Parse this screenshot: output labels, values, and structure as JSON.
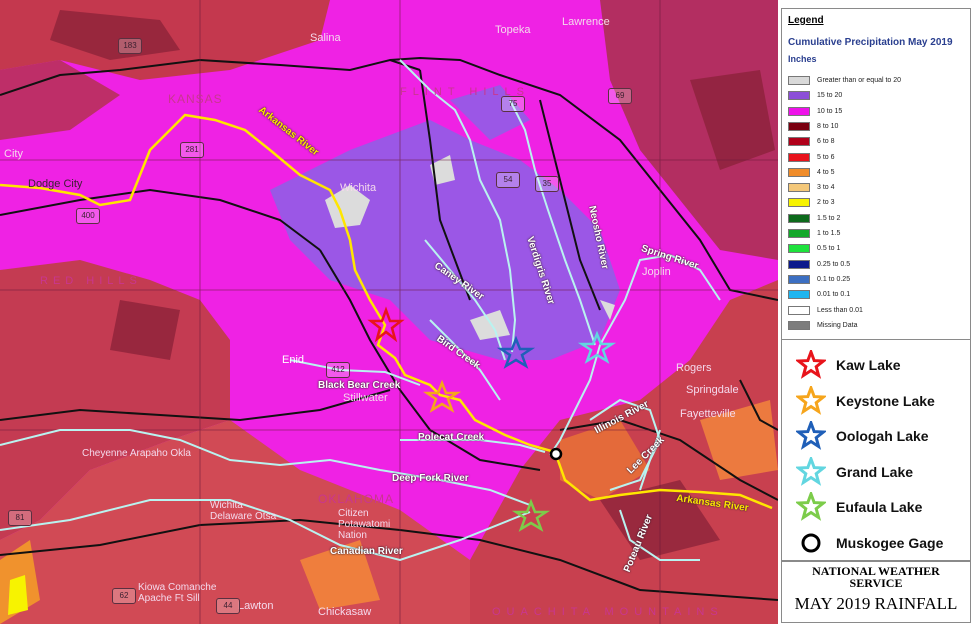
{
  "legend": {
    "title": "Legend",
    "subtitle": "Cumulative Precipitation May 2019",
    "units": "Inches",
    "items": [
      {
        "label": "Greater than or equal to 20",
        "color": "#d9d9d9"
      },
      {
        "label": "15 to 20",
        "color": "#8c4fd8"
      },
      {
        "label": "10 to 15",
        "color": "#ee12e9"
      },
      {
        "label": "8 to 10",
        "color": "#7a0010"
      },
      {
        "label": "6 to 8",
        "color": "#b0001a"
      },
      {
        "label": "5 to 6",
        "color": "#e8121b"
      },
      {
        "label": "4 to 5",
        "color": "#f08c2a"
      },
      {
        "label": "3 to 4",
        "color": "#f4c87a"
      },
      {
        "label": "2 to 3",
        "color": "#f7f300"
      },
      {
        "label": "1.5 to 2",
        "color": "#0d6a1c"
      },
      {
        "label": "1 to 1.5",
        "color": "#13a82a"
      },
      {
        "label": "0.5 to 1",
        "color": "#1ee23d"
      },
      {
        "label": "0.25 to 0.5",
        "color": "#0c1a8c"
      },
      {
        "label": "0.1 to 0.25",
        "color": "#3c6fc2"
      },
      {
        "label": "0.01 to 0.1",
        "color": "#1fb5f0"
      },
      {
        "label": "Less than 0.01",
        "color": "#ffffff"
      },
      {
        "label": "Missing Data",
        "color": "#7d7d7d"
      }
    ]
  },
  "key": [
    {
      "label": "Kaw Lake",
      "color": "#e8141b",
      "icon": "star-icon"
    },
    {
      "label": "Keystone Lake",
      "color": "#f6a51c",
      "icon": "star-icon"
    },
    {
      "label": "Oologah Lake",
      "color": "#1f5fb8",
      "icon": "star-icon"
    },
    {
      "label": "Grand Lake",
      "color": "#62d6e0",
      "icon": "star-icon"
    },
    {
      "label": "Eufaula Lake",
      "color": "#7ccc4a",
      "icon": "star-icon"
    },
    {
      "label": "Muskogee Gage",
      "color": "#000000",
      "icon": "circle-icon"
    }
  ],
  "nws": {
    "line1": "NATIONAL WEATHER",
    "line2": "SERVICE",
    "line3": "MAY 2019 RAINFALL"
  },
  "map": {
    "rivers": {
      "arkansas_upper": "Arkansas River",
      "arkansas_lower": "Arkansas River",
      "caney": "Caney River",
      "verdigris": "Verdigris River",
      "neosho": "Neosho River",
      "spring": "Spring River",
      "bird": "Bird Creek",
      "black_bear": "Black Bear Creek",
      "polecat": "Polecat Creek",
      "illinois": "Illinois River",
      "lee": "Lee Creek",
      "deep_fork": "Deep Fork River",
      "poteau": "Poteau River",
      "canadian": "Canadian River"
    },
    "places": {
      "salina": "Salina",
      "topeka": "Topeka",
      "lawrence": "Lawrence",
      "kansas": "KANSAS",
      "flint_hills": "FLINT HILLS",
      "city": "City",
      "dodge_city": "Dodge City",
      "wichita": "Wichita",
      "red_hills": "RED HILLS",
      "joplin": "Joplin",
      "enid": "Enid",
      "stillwater": "Stillwater",
      "rogers": "Rogers",
      "springdale": "Springdale",
      "fayetteville": "Fayetteville",
      "cheyenne": "Cheyenne Arapaho Okla",
      "oklahoma": "OKLAHOMA",
      "citizen": "Citizen Potawatomi Nation",
      "wichita_delaware": "Wichita Delaware Otsa",
      "kiowa": "Kiowa Comanche Apache Ft Sill",
      "lawton": "Lawton",
      "chickasaw": "Chickasaw",
      "ouachita": "OUACHITA MOUNTAINS"
    },
    "highways": {
      "h183": "183",
      "h75": "75",
      "h69": "69",
      "h281": "281",
      "h400": "400",
      "h54": "54",
      "h35": "35",
      "h412": "412",
      "h81": "81",
      "h62": "62",
      "h44": "44"
    }
  }
}
